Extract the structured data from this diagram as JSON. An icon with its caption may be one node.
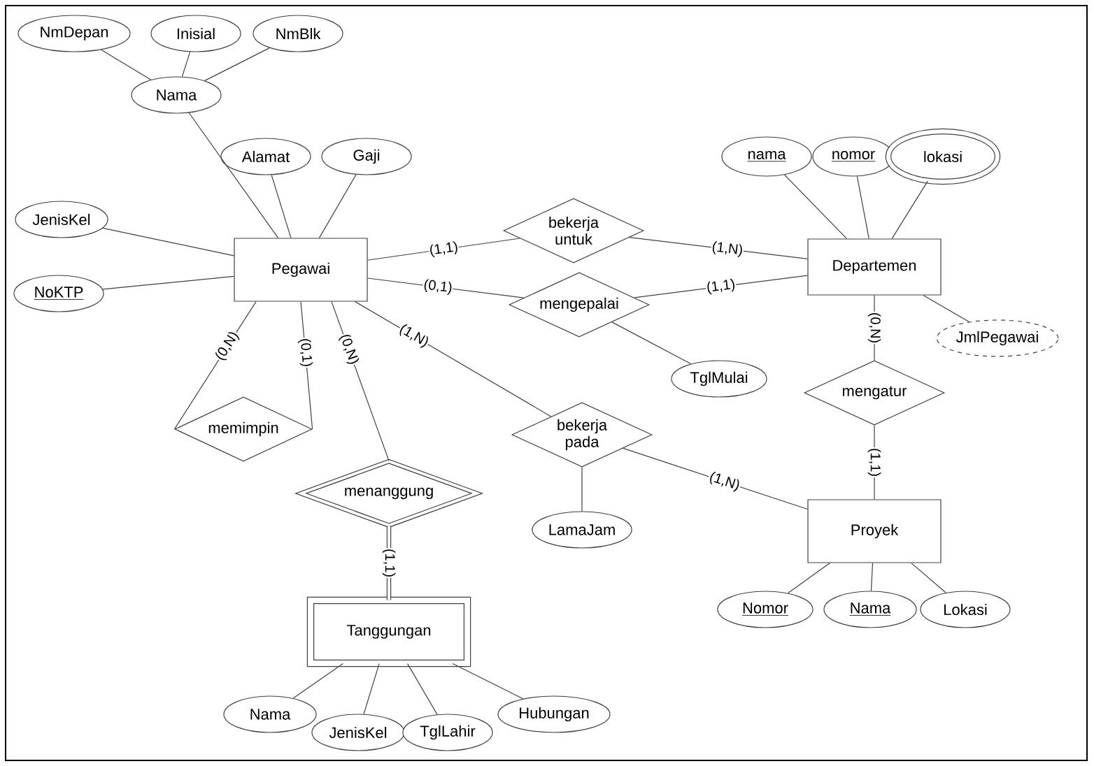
{
  "diagram": {
    "nodes": [
      {
        "text": [
          "Pegawai"
        ]
      },
      {
        "text": [
          "Departemen"
        ]
      },
      {
        "text": [
          "Proyek"
        ]
      },
      {
        "text": [
          "Tanggungan"
        ]
      },
      {
        "text": [
          "NmDepan"
        ]
      },
      {
        "text": [
          "Inisial"
        ]
      },
      {
        "text": [
          "NmBlk"
        ]
      },
      {
        "text": [
          "Nama"
        ]
      },
      {
        "text": [
          "Alamat"
        ]
      },
      {
        "text": [
          "Gaji"
        ]
      },
      {
        "text": [
          "JenisKel"
        ]
      },
      {
        "text": [
          "NoKTP"
        ]
      },
      {
        "text": [
          "nama"
        ]
      },
      {
        "text": [
          "nomor"
        ]
      },
      {
        "text": [
          "lokasi"
        ]
      },
      {
        "text": [
          "JmlPegawai"
        ]
      },
      {
        "text": [
          "TglMulai"
        ]
      },
      {
        "text": [
          "LamaJam"
        ]
      },
      {
        "text": [
          "Nomor"
        ]
      },
      {
        "text": [
          "Nama"
        ]
      },
      {
        "text": [
          "Lokasi"
        ]
      },
      {
        "text": [
          "Nama"
        ]
      },
      {
        "text": [
          "JenisKel"
        ]
      },
      {
        "text": [
          "TglLahir"
        ]
      },
      {
        "text": [
          "Hubungan"
        ]
      },
      {
        "text": [
          "bekerja untuk"
        ]
      },
      {
        "text": [
          "mengepalai"
        ]
      },
      {
        "text": [
          "memimpin"
        ]
      },
      {
        "text": [
          "menanggung"
        ]
      },
      {
        "text": [
          "bekerja pada"
        ]
      },
      {
        "text": [
          "mengatur"
        ]
      }
    ],
    "edges": [
      {
        "from": 4,
        "to": 7,
        "arrow": "none"
      },
      {
        "from": 5,
        "to": 7,
        "arrow": "none"
      },
      {
        "from": 6,
        "to": 7,
        "arrow": "none"
      },
      {
        "from": 7,
        "to": 0,
        "arrow": "none"
      },
      {
        "from": 8,
        "to": 0,
        "arrow": "none"
      },
      {
        "from": 9,
        "to": 0,
        "arrow": "none"
      },
      {
        "from": 10,
        "to": 0,
        "arrow": "none"
      },
      {
        "from": 11,
        "to": 0,
        "arrow": "none"
      },
      {
        "from": 0,
        "to": 25,
        "arrow": "none",
        "label": "(1,1)"
      },
      {
        "from": 25,
        "to": 1,
        "arrow": "none",
        "label": "(1,N)"
      },
      {
        "from": 0,
        "to": 26,
        "arrow": "none",
        "label": "(0,1)"
      },
      {
        "from": 26,
        "to": 1,
        "arrow": "none",
        "label": "(1,1)"
      },
      {
        "from": 26,
        "to": 16,
        "arrow": "none"
      },
      {
        "from": 0,
        "to": 27,
        "arrow": "none",
        "label": "(0,N)"
      },
      {
        "from": 0,
        "to": 27,
        "arrow": "none",
        "label": "(0,1)"
      },
      {
        "from": 0,
        "to": 28,
        "arrow": "none",
        "label": "(0,N)"
      },
      {
        "from": 28,
        "to": 3,
        "arrow": "none",
        "label": "(1,1)",
        "style": "thick"
      },
      {
        "from": 0,
        "to": 29,
        "arrow": "none",
        "label": "(1,N)"
      },
      {
        "from": 29,
        "to": 2,
        "arrow": "none",
        "label": "(1,N)"
      },
      {
        "from": 29,
        "to": 17,
        "arrow": "none"
      },
      {
        "from": 12,
        "to": 1,
        "arrow": "none"
      },
      {
        "from": 13,
        "to": 1,
        "arrow": "none"
      },
      {
        "from": 14,
        "to": 1,
        "arrow": "none"
      },
      {
        "from": 1,
        "to": 15,
        "arrow": "none"
      },
      {
        "from": 1,
        "to": 30,
        "arrow": "none",
        "label": "(0,N)"
      },
      {
        "from": 30,
        "to": 2,
        "arrow": "none",
        "label": "(1,1)"
      },
      {
        "from": 2,
        "to": 18,
        "arrow": "none"
      },
      {
        "from": 2,
        "to": 19,
        "arrow": "none"
      },
      {
        "from": 2,
        "to": 20,
        "arrow": "none"
      },
      {
        "from": 3,
        "to": 21,
        "arrow": "none"
      },
      {
        "from": 3,
        "to": 22,
        "arrow": "none"
      },
      {
        "from": 3,
        "to": 23,
        "arrow": "none"
      },
      {
        "from": 3,
        "to": 24,
        "arrow": "none"
      }
    ]
  }
}
